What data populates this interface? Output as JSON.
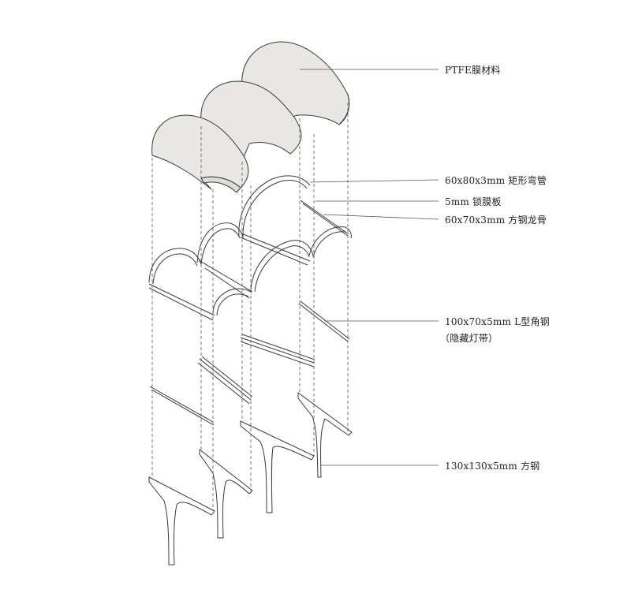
{
  "labels": {
    "ptfe": "PTFE膜材料",
    "rect_tube": "60x80x3mm 矩形弯管",
    "lock_plate": "5mm 锁膜板",
    "keel": "60x70x3mm 方钢龙骨",
    "angle_steel": "100x70x5mm L型角钢",
    "hidden_light": "（隐藏灯带）",
    "square_steel": "130x130x5mm 方钢"
  },
  "colors": {
    "membrane_fill": "#e9e7e4",
    "line": "#3a3a3a",
    "leader": "#555555"
  }
}
